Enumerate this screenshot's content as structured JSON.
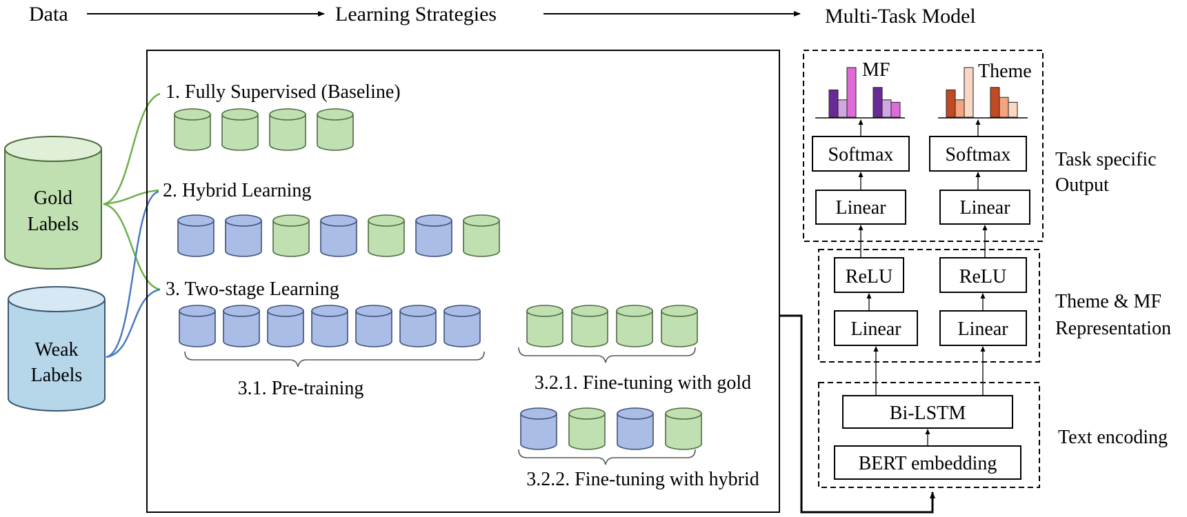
{
  "header": {
    "data": "Data",
    "learning_strategies": "Learning Strategies",
    "multi_task_model": "Multi-Task Model"
  },
  "sources": {
    "gold": [
      "Gold",
      "Labels"
    ],
    "weak": [
      "Weak",
      "Labels"
    ]
  },
  "strategies": {
    "fully_supervised": "1. Fully Supervised (Baseline)",
    "hybrid": "2. Hybrid Learning",
    "two_stage": "3. Two-stage Learning",
    "pretraining": "3.1. Pre-training",
    "finetune_gold": "3.2.1. Fine-tuning with gold",
    "finetune_hybrid": "3.2.2. Fine-tuning with hybrid"
  },
  "batches": {
    "fully_supervised": [
      "gold",
      "gold",
      "gold",
      "gold"
    ],
    "hybrid": [
      "weak",
      "weak",
      "gold",
      "weak",
      "gold",
      "weak",
      "gold"
    ],
    "pretraining": [
      "weak",
      "weak",
      "weak",
      "weak",
      "weak",
      "weak",
      "weak"
    ],
    "finetune_gold": [
      "gold",
      "gold",
      "gold",
      "gold"
    ],
    "finetune_hybrid": [
      "weak",
      "gold",
      "weak",
      "gold"
    ]
  },
  "model": {
    "task_output": {
      "mf_label": "MF",
      "theme_label": "Theme",
      "softmax": "Softmax",
      "linear": "Linear"
    },
    "representation": {
      "relu": "ReLU",
      "linear": "Linear"
    },
    "encoding": {
      "bilstm": "Bi-LSTM",
      "bert": "BERT embedding"
    }
  },
  "side_labels": {
    "task_specific": [
      "Task specific",
      "Output"
    ],
    "representation": [
      "Theme & MF",
      "Representation"
    ],
    "text_encoding": "Text encoding"
  },
  "colors": {
    "gold_fill": "#c0e0b2",
    "gold_stroke": "#4d6b40",
    "weak_fill": "#a9bde6",
    "weak_stroke": "#3d4f7a",
    "weak_source_fill": "#b6d7ea",
    "weak_source_stroke": "#3a5870",
    "gold_connector": "#6cb04a",
    "weak_connector": "#4a7ac0",
    "mf_colors": [
      "#6a2a95",
      "#d2a6e2",
      "#e06ad8"
    ],
    "theme_colors": [
      "#c24a22",
      "#f2a580",
      "#fbd7c4"
    ]
  },
  "histograms": {
    "mf": [
      0.55,
      0.35,
      1.0,
      0.6,
      0.35,
      0.3
    ],
    "theme": [
      0.55,
      0.35,
      1.0,
      0.6,
      0.4,
      0.3
    ]
  }
}
